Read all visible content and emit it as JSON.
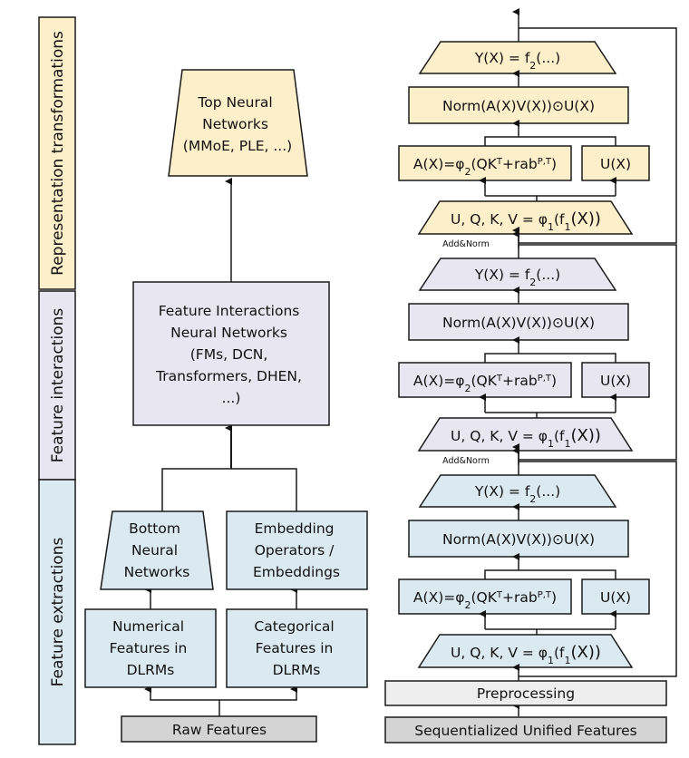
{
  "colors": {
    "yellow": "#fcefc9",
    "purple": "#e8e6f1",
    "blue": "#dbe9f0",
    "gray": "#d4d4d4",
    "light_gray": "#eeeeee",
    "stroke": "#1a1a1a"
  },
  "sidebar": {
    "sections": [
      {
        "label": "Representation transformations",
        "color": "yellow"
      },
      {
        "label": "Feature interactions",
        "color": "purple"
      },
      {
        "label": "Feature extractions",
        "color": "blue"
      }
    ]
  },
  "dlrm": {
    "top": {
      "lines": [
        "Top Neural",
        "Networks",
        "(MMoE, PLE, ...)"
      ]
    },
    "interactions": {
      "lines": [
        "Feature Interactions",
        "Neural Networks",
        "(FMs, DCN,",
        "Transformers, DHEN,",
        "...)"
      ]
    },
    "bottom_nn": {
      "lines": [
        "Bottom",
        "Neural",
        "Networks"
      ]
    },
    "embedding": {
      "lines": [
        "Embedding",
        "Operators /",
        "Embeddings"
      ]
    },
    "numerical": {
      "lines": [
        "Numerical",
        "Features in",
        "DLRMs"
      ]
    },
    "categorical": {
      "lines": [
        "Categorical",
        "Features in",
        "DLRMs"
      ]
    },
    "raw": {
      "label": "Raw Features"
    }
  },
  "hstu": {
    "layers": [
      {
        "color": "yellow"
      },
      {
        "color": "purple"
      },
      {
        "color": "blue"
      }
    ],
    "y_label": "Y(X) = f2(...)",
    "norm_label": "Norm(A(X)V(X))⊙U(X)",
    "a_label": "A(X)=φ2(QKT+rabP,T)",
    "u_label": "U(X)",
    "uqkv_label": "U, Q, K, V = φ1(f1(X))",
    "add_norm": "Add&Norm",
    "preprocessing": "Preprocessing",
    "input": "Sequentialized Unified Features"
  }
}
